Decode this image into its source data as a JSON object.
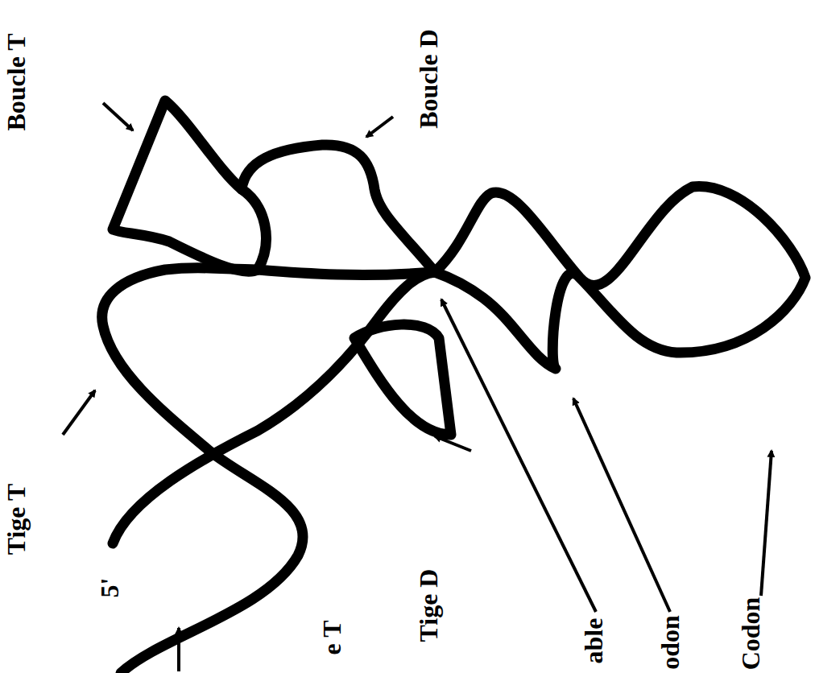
{
  "diagram": {
    "labels": [
      "Boucle T",
      "Boucle D",
      "Tige T",
      "5'",
      "e T",
      "Tige D",
      "able",
      "odon",
      "Codon"
    ]
  }
}
